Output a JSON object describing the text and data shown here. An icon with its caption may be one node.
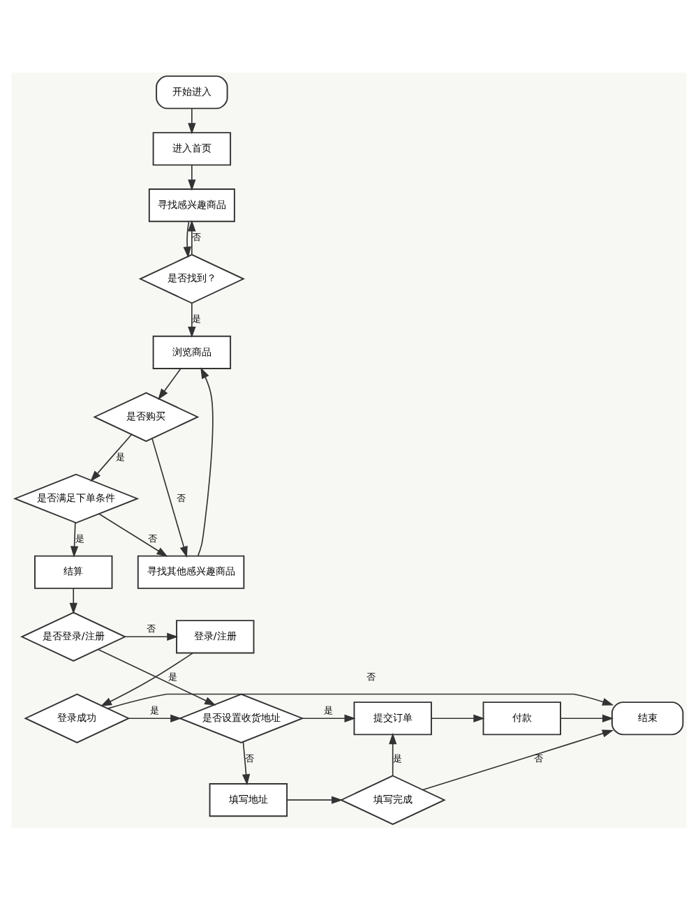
{
  "diagram": {
    "nodes": [
      {
        "text": [
          "开始进入"
        ]
      },
      {
        "text": [
          "进入首页"
        ]
      },
      {
        "text": [
          "寻找感兴趣商品"
        ]
      },
      {
        "text": [
          "是否找到？"
        ]
      },
      {
        "text": [
          "浏览商品"
        ]
      },
      {
        "text": [
          "是否购买"
        ]
      },
      {
        "text": [
          "是否满足下单条件"
        ]
      },
      {
        "text": [
          "寻找其他感兴趣商品"
        ]
      },
      {
        "text": [
          "结算"
        ]
      },
      {
        "text": [
          "登录/注册"
        ]
      },
      {
        "text": [
          "是否登录/注册"
        ]
      },
      {
        "text": [
          "登录成功"
        ]
      },
      {
        "text": [
          "是否设置收货地址"
        ]
      },
      {
        "text": [
          "提交订单"
        ]
      },
      {
        "text": [
          "付款"
        ]
      },
      {
        "text": [
          "结束"
        ]
      },
      {
        "text": [
          "填写地址"
        ]
      },
      {
        "text": [
          "填写完成"
        ]
      }
    ],
    "edges": [
      {
        "from": 0,
        "to": 1,
        "arrow": "to"
      },
      {
        "from": 1,
        "to": 2,
        "arrow": "to"
      },
      {
        "from": 2,
        "to": 3,
        "arrow": "to"
      },
      {
        "from": 3,
        "to": 2,
        "arrow": "to",
        "label": "否"
      },
      {
        "from": 3,
        "to": 4,
        "arrow": "to",
        "label": "是"
      },
      {
        "from": 4,
        "to": 5,
        "arrow": "to"
      },
      {
        "from": 5,
        "to": 7,
        "arrow": "to",
        "label": "否"
      },
      {
        "from": 5,
        "to": 6,
        "arrow": "to",
        "label": "是"
      },
      {
        "from": 6,
        "to": 7,
        "arrow": "to",
        "label": "否"
      },
      {
        "from": 7,
        "to": 4,
        "arrow": "to"
      },
      {
        "from": 6,
        "to": 8,
        "arrow": "to",
        "label": "是"
      },
      {
        "from": 8,
        "to": 10,
        "arrow": "to"
      },
      {
        "from": 10,
        "to": 9,
        "arrow": "to",
        "label": "否"
      },
      {
        "from": 9,
        "to": 11,
        "arrow": "to"
      },
      {
        "from": 10,
        "to": 12,
        "arrow": "to",
        "label": "是"
      },
      {
        "from": 11,
        "to": 12,
        "arrow": "to",
        "label": "是"
      },
      {
        "from": 11,
        "to": 15,
        "arrow": "to",
        "label": "否"
      },
      {
        "from": 12,
        "to": 13,
        "arrow": "to",
        "label": "是"
      },
      {
        "from": 12,
        "to": 16,
        "arrow": "to",
        "label": "否"
      },
      {
        "from": 16,
        "to": 17,
        "arrow": "to"
      },
      {
        "from": 17,
        "to": 13,
        "arrow": "to",
        "label": "是"
      },
      {
        "from": 17,
        "to": 15,
        "arrow": "to",
        "label": "否"
      },
      {
        "from": 13,
        "to": 14,
        "arrow": "to"
      },
      {
        "from": 14,
        "to": 15,
        "arrow": "to"
      }
    ]
  }
}
